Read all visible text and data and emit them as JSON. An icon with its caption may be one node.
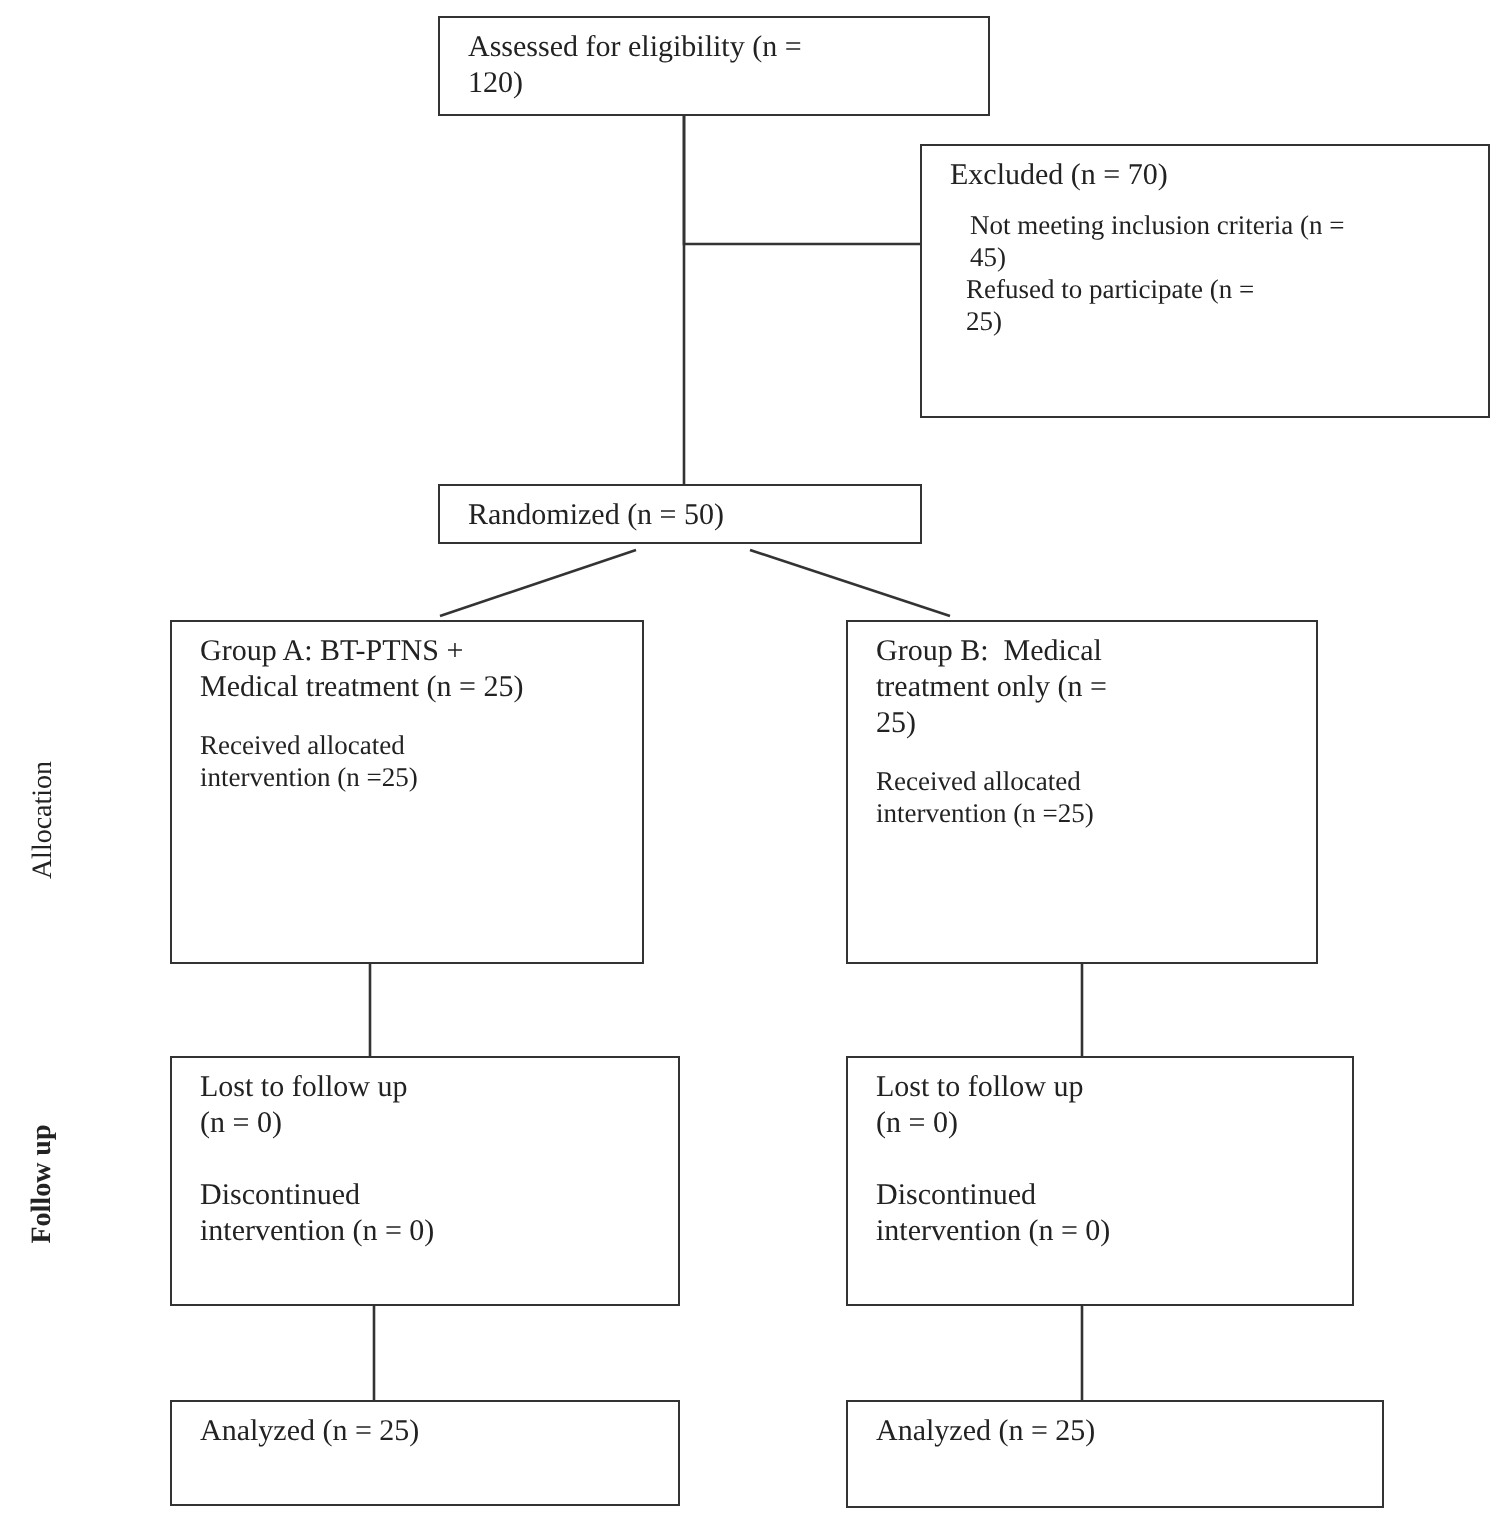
{
  "diagram": {
    "nodes": [
      {
        "text": [
          "Assessed for eligibility (n = 120)"
        ]
      },
      {
        "text": [
          "Excluded (n = 70)",
          "Not meeting inclusion criteria (n = 45)",
          "Refused to participate (n = 25)"
        ]
      },
      {
        "text": [
          "Randomized (n = 50)"
        ]
      },
      {
        "text": [
          "Group A: BT-PTNS + Medical treatment (n = 25)",
          "Received allocated intervention (n =25)"
        ]
      },
      {
        "text": [
          "Group B:  Medical treatment only (n = 25)",
          "Received allocated intervention (n =25)"
        ]
      },
      {
        "text": [
          "Lost to follow up (n = 0)",
          "Discontinued intervention (n = 0)"
        ]
      },
      {
        "text": [
          "Lost to follow up (n = 0)",
          "Discontinued intervention (n = 0)"
        ]
      },
      {
        "text": [
          "Analyzed (n = 25)"
        ]
      },
      {
        "text": [
          "Analyzed (n = 25)"
        ]
      }
    ],
    "edges": [
      {
        "from": 0,
        "to": 2,
        "arrow": "none"
      },
      {
        "from": 0,
        "to": 1,
        "arrow": "none"
      },
      {
        "from": 2,
        "to": 3,
        "arrow": "none"
      },
      {
        "from": 2,
        "to": 4,
        "arrow": "none"
      },
      {
        "from": 3,
        "to": 5,
        "arrow": "none"
      },
      {
        "from": 4,
        "to": 6,
        "arrow": "none"
      },
      {
        "from": 5,
        "to": 7,
        "arrow": "none"
      },
      {
        "from": 6,
        "to": 8,
        "arrow": "none"
      }
    ],
    "labels": [
      "Allocation",
      "Follow up"
    ]
  }
}
